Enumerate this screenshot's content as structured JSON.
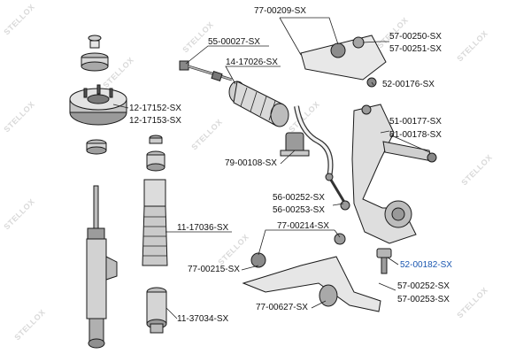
{
  "watermark": "STELLOX",
  "labels": {
    "p77_00209": "77-00209-SX",
    "p55_00027": "55-00027-SX",
    "p14_17026": "14-17026-SX",
    "p57_00250": "57-00250-SX",
    "p57_00251": "57-00251-SX",
    "p52_00176": "52-00176-SX",
    "p12_17152": "12-17152-SX",
    "p12_17153": "12-17153-SX",
    "p51_00177": "51-00177-SX",
    "p51_00178": "51-00178-SX",
    "p79_00108": "79-00108-SX",
    "p56_00252": "56-00252-SX",
    "p56_00253": "56-00253-SX",
    "p11_17036": "11-17036-SX",
    "p77_00214": "77-00214-SX",
    "p52_00182": "52-00182-SX",
    "p77_00215": "77-00215-SX",
    "p57_00252": "57-00252-SX",
    "p57_00253": "57-00253-SX",
    "p77_00627": "77-00627-SX",
    "p11_37034": "11-37034-SX"
  },
  "colors": {
    "highlight": "#1a56b0",
    "ink": "#111111",
    "watermark": "#d9d9d9"
  }
}
